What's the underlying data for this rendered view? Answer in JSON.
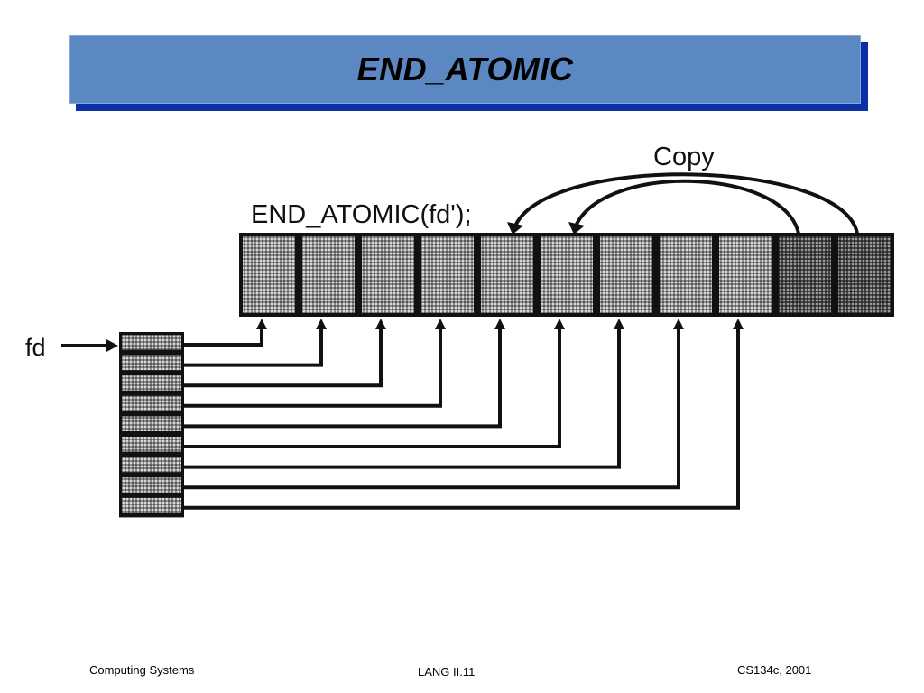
{
  "slide": {
    "title": "END_ATOMIC"
  },
  "diagram": {
    "call_label": "END_ATOMIC(fd');",
    "copy_label": "Copy",
    "fd_label": "fd",
    "table_cells": 11,
    "highlighted_cells": [
      9,
      10
    ],
    "fd_entries": 9
  },
  "footer": {
    "left": "Computing Systems",
    "center": "LANG II.11",
    "right": "CS134c, 2001"
  }
}
